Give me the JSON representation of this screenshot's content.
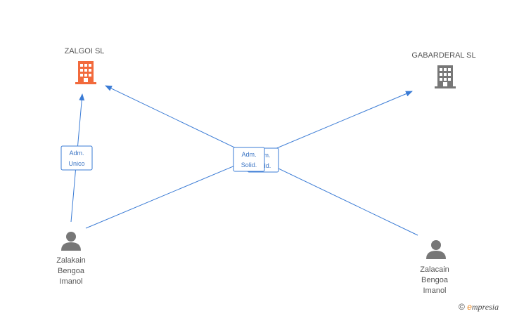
{
  "colors": {
    "edge": "#3a7bd5",
    "company_active": "#f26a3c",
    "company_inactive": "#777777",
    "person": "#777777"
  },
  "companies": [
    {
      "name": "ZALGOI SL",
      "icon": "building-icon",
      "status": "highlighted"
    },
    {
      "name": "GABARDERAL SL",
      "icon": "building-icon",
      "status": "normal"
    }
  ],
  "people": [
    {
      "name_lines": [
        "Zalakain",
        "Bengoa",
        "Imanol"
      ],
      "icon": "person-icon"
    },
    {
      "name_lines": [
        "Zalacain",
        "Bengoa",
        "Imanol"
      ],
      "icon": "person-icon"
    }
  ],
  "roles": [
    {
      "lines": [
        "Adm.",
        "Unico"
      ]
    },
    {
      "lines": [
        "Adm.",
        "Solid."
      ]
    },
    {
      "lines": [
        "Adm.",
        "Solid."
      ]
    }
  ],
  "footer": {
    "copyright_symbol": "©",
    "brand_first": "e",
    "brand_rest": "mpresia"
  }
}
